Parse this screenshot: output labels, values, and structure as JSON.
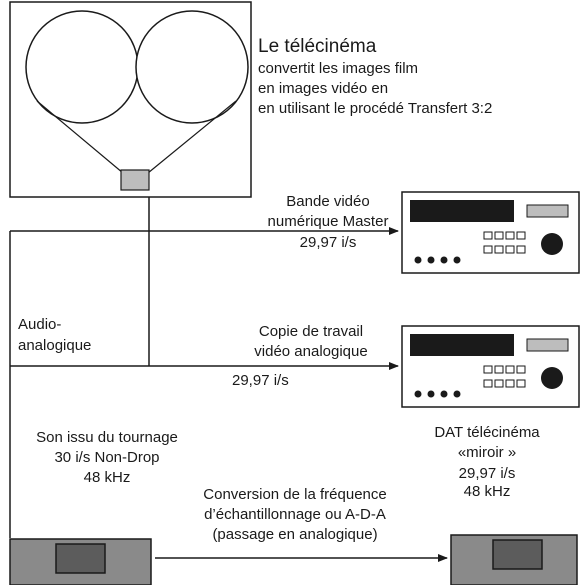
{
  "telecine": {
    "title": "Le télécinéma",
    "line1": "convertit les images film",
    "line2": "en images vidéo en",
    "line3": "en utilisant le procédé Transfert 3:2"
  },
  "master": {
    "line1": "Bande vidéo",
    "line2": "numérique Master",
    "rate": "29,97 i/s"
  },
  "audio": {
    "line1": "Audio-",
    "line2": "analogique"
  },
  "workcopy": {
    "line1": "Copie de travail",
    "line2": "vidéo analogique",
    "rate": "29,97 i/s"
  },
  "source_sound": {
    "line1": "Son issu du tournage",
    "line2": "30 i/s Non-Drop",
    "line3": "48 kHz"
  },
  "dat": {
    "line1": "DAT télécinéma",
    "line2": "«miroir »",
    "line3": "29,97 i/s",
    "line4": "48 kHz"
  },
  "conversion": {
    "line1": "Conversion de la fréquence",
    "line2": "d’échantillonnage ou A-D-A",
    "line3": "(passage en analogique)"
  }
}
